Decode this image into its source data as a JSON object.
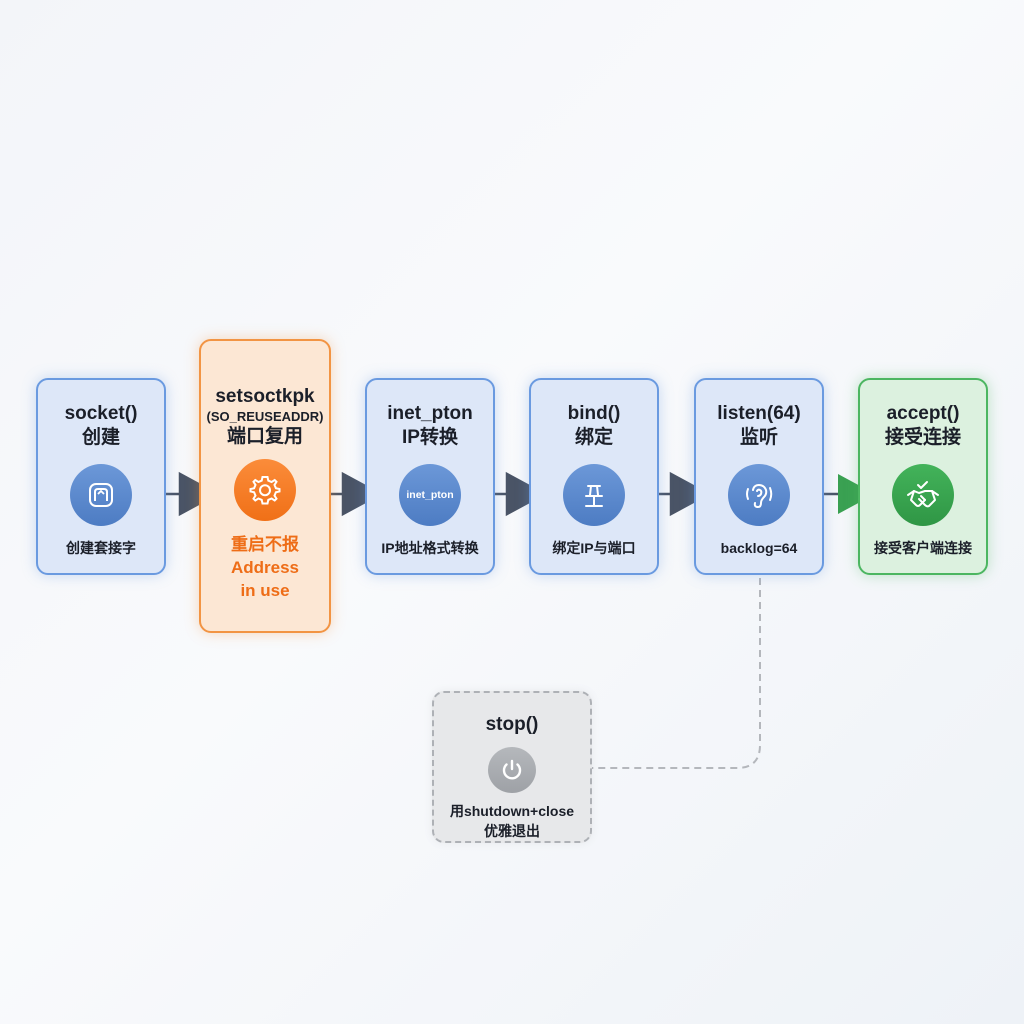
{
  "steps": [
    {
      "title": "socket()",
      "subtitle": "创建",
      "icon": "socket-icon",
      "desc": "创建套接字"
    },
    {
      "title": "setsoctkpk",
      "param": "(SO_REUSEADDR)",
      "subtitle": "端口复用",
      "icon": "gear-icon",
      "note": [
        "重启不报",
        "Address",
        "in use"
      ]
    },
    {
      "title": "inet_pton",
      "subtitle": "IP转换",
      "icon_text": "inet_pton",
      "desc": "IP地址格式转换"
    },
    {
      "title": "bind()",
      "subtitle": "绑定",
      "icon": "pin-icon",
      "desc": "绑定IP与端口"
    },
    {
      "title": "listen(64)",
      "subtitle": "监听",
      "icon": "ear-icon",
      "desc": "backlog=64"
    },
    {
      "title": "accept()",
      "subtitle": "接受连接",
      "icon": "handshake-icon",
      "desc": "接受客户端连接"
    }
  ],
  "stop": {
    "title": "stop()",
    "icon": "power-icon",
    "desc": [
      "用shutdown+close",
      "优雅退出"
    ]
  },
  "colors": {
    "blue": "#6a9ae0",
    "orange": "#f29443",
    "green": "#4cb661",
    "gray": "#aeb1b6",
    "arrow": "#4a5466"
  }
}
